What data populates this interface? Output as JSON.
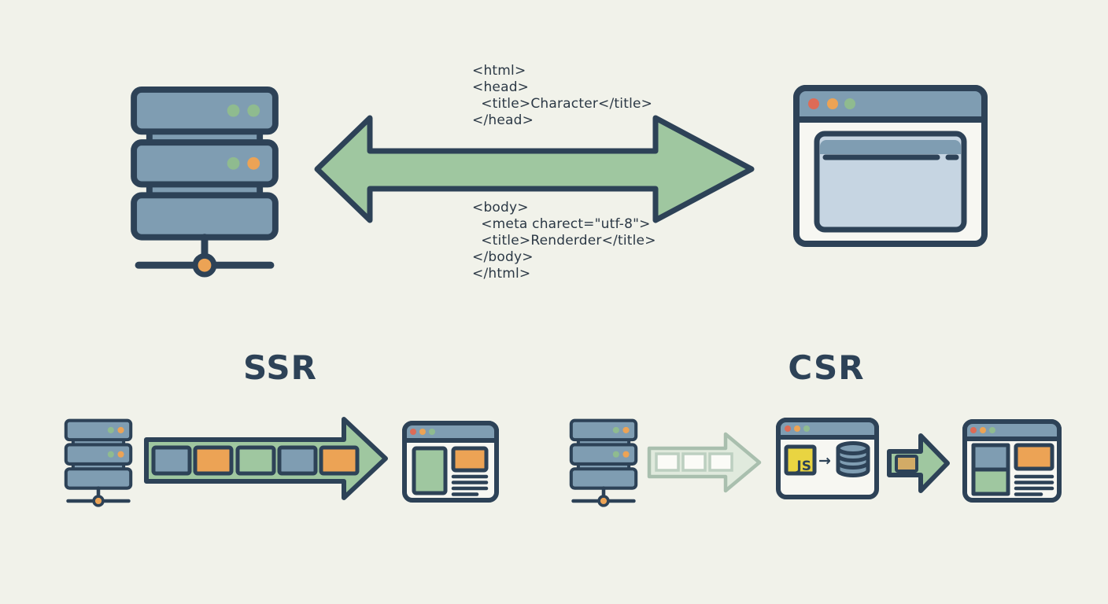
{
  "colors": {
    "background": "#f1f2ea",
    "outline": "#2d4257",
    "server_blue": "#7f9db2",
    "arrow_green": "#9fc7a0",
    "accent_orange": "#eca355",
    "dot_red": "#dd6b56",
    "dot_green": "#8fbb8f",
    "content_blue": "#c6d5e2",
    "window_white": "#f7f7f2",
    "pale_fill": "#e0eadd",
    "pale_stroke": "#a9bfae",
    "pale_block": "#fbfbf7",
    "pale_block_stroke": "#bccfc0",
    "js_yellow": "#e9d441",
    "tan_block": "#d2ab66",
    "text": "#2b3845"
  },
  "top_section": {
    "head_code": {
      "lines": [
        "<html>",
        "<head>",
        "  <title>Character</title>",
        "</head>"
      ]
    },
    "body_code": {
      "lines": [
        "<body>",
        "  <meta charect=\"utf-8\">",
        "  <title>Renderder</title>",
        "</body>",
        "</html>"
      ]
    }
  },
  "ssr_section": {
    "label": "SSR"
  },
  "csr_section": {
    "label": "CSR",
    "js_badge": "JS",
    "fetch_arrow_glyph": "→"
  },
  "icons": {
    "server-icon": "stacked server racks with status dots and network stand",
    "bidirectional-arrow-icon": "green double-headed horizontal arrow",
    "browser-window-icon": "browser window with traffic-light dots",
    "ssr-stream-arrow-icon": "green arrow carrying filled content blocks",
    "csr-stream-arrow-icon": "pale arrow carrying empty content blocks",
    "js-badge-icon": "yellow JavaScript square",
    "database-icon": "cylinder database",
    "render-arrow-icon": "small green arrow with data block"
  }
}
